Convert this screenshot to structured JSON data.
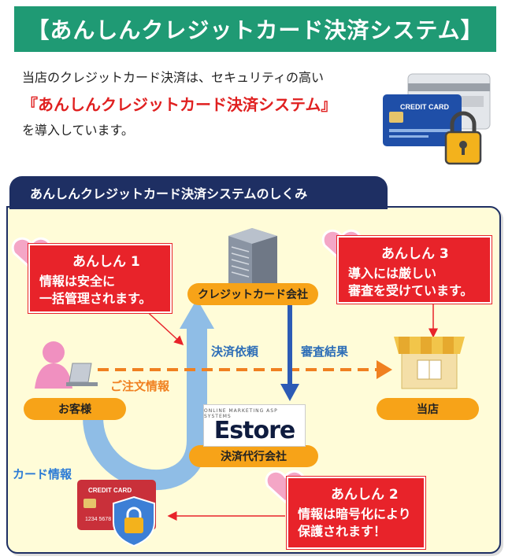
{
  "header": {
    "title": "【あんしんクレジットカード決済システム】"
  },
  "intro": {
    "line1": "当店のクレジットカード決済は、セキュリティの高い",
    "line2": "『あんしんクレジットカード決済システム』",
    "line3": "を導入しています。"
  },
  "card_illustration": {
    "text": "CREDIT CARD",
    "icon": "padlock-icon"
  },
  "diagram": {
    "title": "あんしんクレジットカード決済システムのしくみ",
    "anshin1": {
      "head": "あんしん 1",
      "line1": "情報は安全に",
      "line2": "一括管理されます。"
    },
    "anshin2": {
      "head": "あんしん 2",
      "line1": "情報は暗号化により",
      "line2": "保護されます！"
    },
    "anshin3": {
      "head": "あんしん 3",
      "line1": "導入には厳しい",
      "line2": "審査を受けています。"
    },
    "nodes": {
      "customer": "お客様",
      "card_company": "クレジットカード会社",
      "shop": "当店",
      "agency": "決済代行会社"
    },
    "labels": {
      "payment_request": "決済依頼",
      "review_result": "審査結果",
      "order_info": "ご注文情報",
      "card_info": "カード情報"
    },
    "estore": {
      "tagline": "ONLINE MARKETING ASP SYSTEMS",
      "logo": "Estore"
    },
    "card_bottom": {
      "text": "CREDIT CARD",
      "number": "1234 5678 9"
    },
    "colors": {
      "banner": "#1f9a74",
      "navy": "#1e2f63",
      "callout": "#e8232a",
      "pill": "#f7a318",
      "panel": "#fffcd8"
    }
  }
}
